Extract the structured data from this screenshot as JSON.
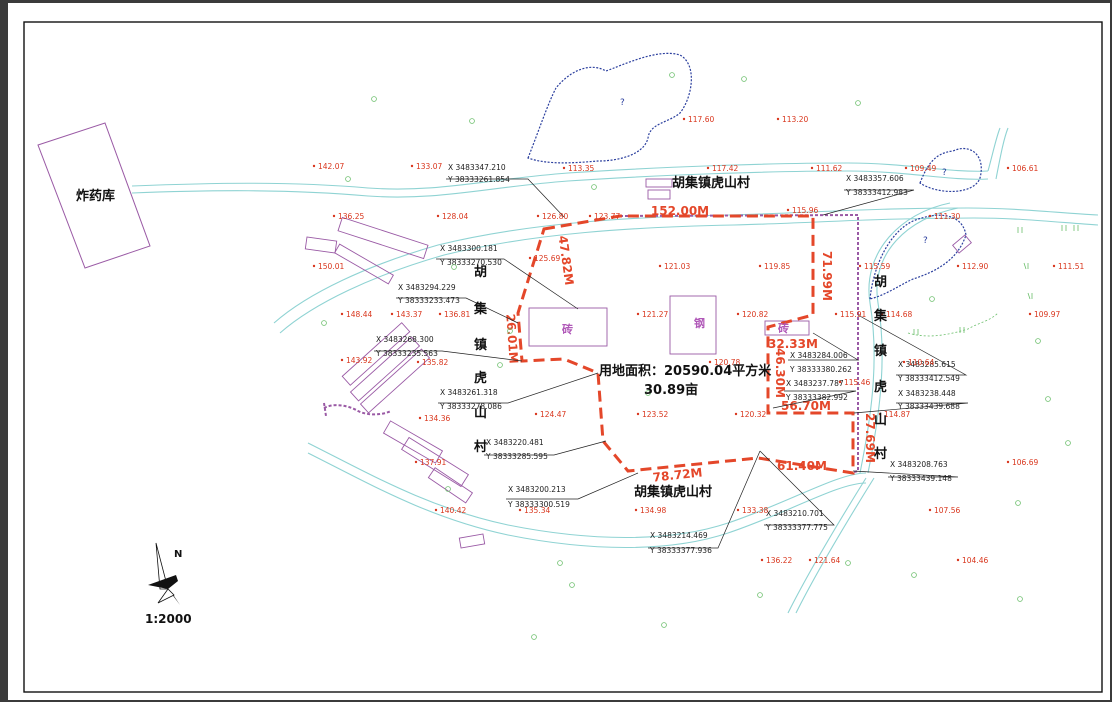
{
  "map": {
    "title_area_primary": "用地面积：20590.04平方米",
    "title_area_secondary": "30.89亩",
    "scale": "1:2000",
    "north_label": "N",
    "places": {
      "explosives_store": "炸药库",
      "village_top": "胡集镇虎山村",
      "village_bottom": "胡集镇虎山村",
      "village_left_chars": [
        "胡",
        "集",
        "镇",
        "虎",
        "山",
        "村"
      ],
      "village_right_chars": [
        "胡",
        "集",
        "镇",
        "虎",
        "山",
        "村"
      ]
    },
    "materials": [
      "砖",
      "钢",
      "砖"
    ],
    "pond_marks": [
      "?",
      "?",
      "?"
    ],
    "dimensions": [
      "152.00M",
      "47.82M",
      "71.99M",
      "26.01M",
      "32.33M",
      "46.30M",
      "56.70M",
      "78.72M",
      "61.40M",
      "27.69M"
    ],
    "elevations": [
      "142.07",
      "133.07",
      "117.60",
      "113.20",
      "113.35",
      "117.42",
      "111.62",
      "109.49",
      "106.61",
      "136.25",
      "128.04",
      "126.80",
      "123.77",
      "115.96",
      "111.30",
      "150.01",
      "125.69",
      "121.03",
      "119.85",
      "115.59",
      "112.90",
      "111.51",
      "148.44",
      "143.37",
      "136.81",
      "121.27",
      "120.82",
      "115.91",
      "114.68",
      "109.97",
      "143.92",
      "135.82",
      "120.78",
      "110.64",
      "134.36",
      "124.47",
      "123.52",
      "120.32",
      "115.46",
      "114.87",
      "137.91",
      "106.69",
      "140.42",
      "135.34",
      "134.98",
      "133.38",
      "107.56",
      "136.22",
      "121.64",
      "104.46"
    ],
    "coordinates": [
      {
        "x": "X 3483347.210",
        "y": "Y 38333261.854"
      },
      {
        "x": "X 3483300.181",
        "y": "Y 38333270.530"
      },
      {
        "x": "X 3483294.229",
        "y": "Y 38333233.473"
      },
      {
        "x": "X 3483268.300",
        "y": "Y 38333235.563"
      },
      {
        "x": "X 3483261.318",
        "y": "Y 38333278.086"
      },
      {
        "x": "X 3483220.481",
        "y": "Y 38333285.595"
      },
      {
        "x": "X 3483200.213",
        "y": "Y 38333300.519"
      },
      {
        "x": "X 3483214.469",
        "y": "Y 38333377.936"
      },
      {
        "x": "X 3483210.701",
        "y": "Y 38333377.775"
      },
      {
        "x": "X 3483357.606",
        "y": "Y 38333412.983"
      },
      {
        "x": "X 3483284.006",
        "y": "Y 38333380.262"
      },
      {
        "x": "X 3483237.787",
        "y": "Y 38333382.992"
      },
      {
        "x": "X 3483285.615",
        "y": "Y 38333412.549"
      },
      {
        "x": "X 3483238.448",
        "y": "Y 38333439.688"
      },
      {
        "x": "X 3483208.763",
        "y": "Y 38333439.148"
      }
    ],
    "colors": {
      "boundary": "#e4472a",
      "elevation": "#d9361d",
      "road": "#8fd3d3",
      "building": "#9a5aa5",
      "pond": "#2b3f9e",
      "frame": "#111111"
    }
  }
}
